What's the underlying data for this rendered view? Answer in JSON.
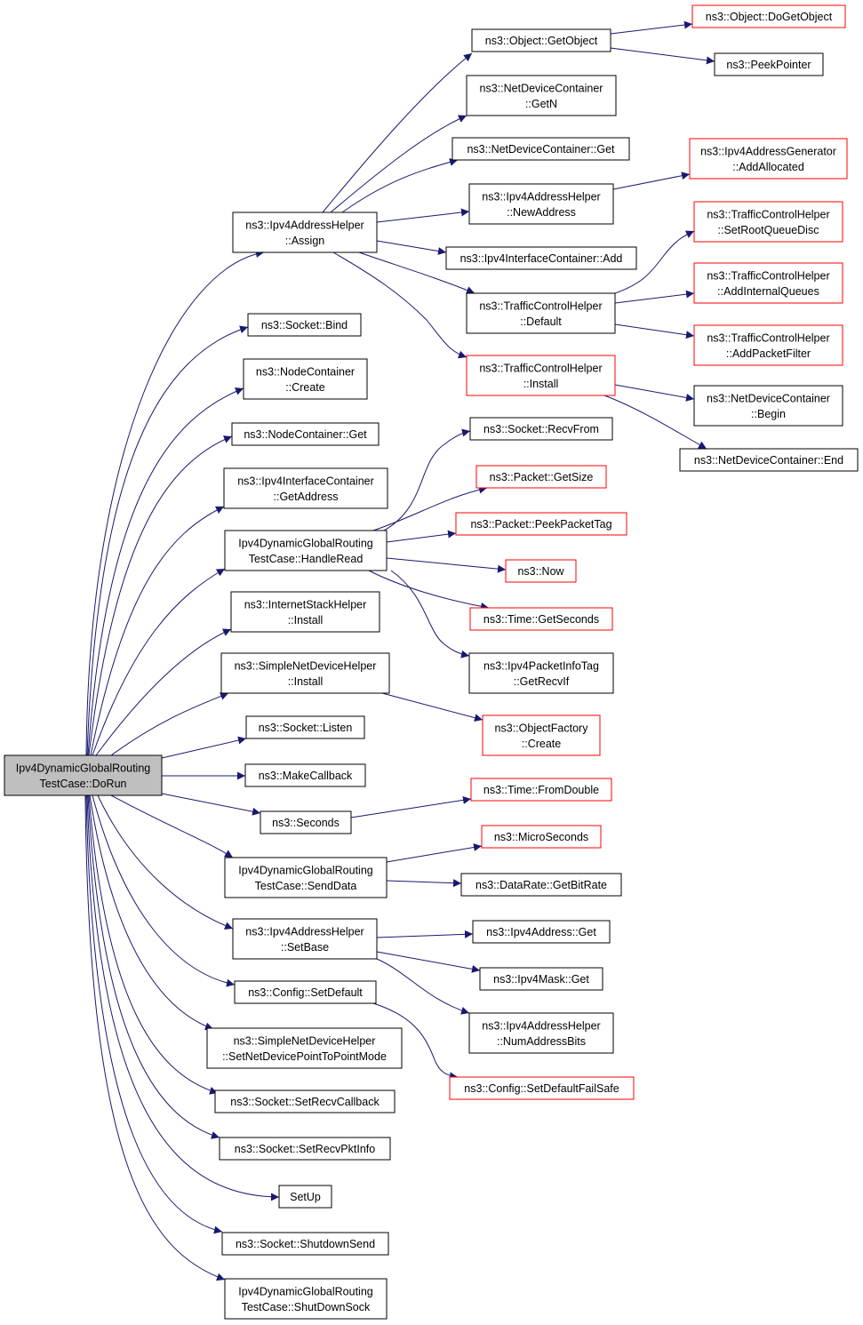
{
  "graph": {
    "colors": {
      "edge": "#191970",
      "root_fill": "#bfbfbf",
      "node_border": "#000000",
      "partial_border": "#ff0000",
      "node_fill": "#ffffff"
    },
    "nodes": [
      {
        "id": "root",
        "lines": [
          "Ipv4DynamicGlobalRouting",
          "TestCase::DoRun"
        ],
        "style": "root"
      },
      {
        "id": "assign",
        "lines": [
          "ns3::Ipv4AddressHelper",
          "::Assign"
        ],
        "style": "normal"
      },
      {
        "id": "bind",
        "lines": [
          "ns3::Socket::Bind"
        ],
        "style": "normal"
      },
      {
        "id": "nc_create",
        "lines": [
          "ns3::NodeContainer",
          "::Create"
        ],
        "style": "normal"
      },
      {
        "id": "nc_get",
        "lines": [
          "ns3::NodeContainer::Get"
        ],
        "style": "normal"
      },
      {
        "id": "ic_getaddr",
        "lines": [
          "ns3::Ipv4InterfaceContainer",
          "::GetAddress"
        ],
        "style": "normal"
      },
      {
        "id": "handleread",
        "lines": [
          "Ipv4DynamicGlobalRouting",
          "TestCase::HandleRead"
        ],
        "style": "normal"
      },
      {
        "id": "ish_install",
        "lines": [
          "ns3::InternetStackHelper",
          "::Install"
        ],
        "style": "normal"
      },
      {
        "id": "sndh_install",
        "lines": [
          "ns3::SimpleNetDeviceHelper",
          "::Install"
        ],
        "style": "normal"
      },
      {
        "id": "listen",
        "lines": [
          "ns3::Socket::Listen"
        ],
        "style": "normal"
      },
      {
        "id": "makecb",
        "lines": [
          "ns3::MakeCallback"
        ],
        "style": "normal"
      },
      {
        "id": "seconds",
        "lines": [
          "ns3::Seconds"
        ],
        "style": "normal"
      },
      {
        "id": "senddata",
        "lines": [
          "Ipv4DynamicGlobalRouting",
          "TestCase::SendData"
        ],
        "style": "normal"
      },
      {
        "id": "setbase",
        "lines": [
          "ns3::Ipv4AddressHelper",
          "::SetBase"
        ],
        "style": "normal"
      },
      {
        "id": "setdefault",
        "lines": [
          "ns3::Config::SetDefault"
        ],
        "style": "normal"
      },
      {
        "id": "setp2p",
        "lines": [
          "ns3::SimpleNetDeviceHelper",
          "::SetNetDevicePointToPointMode"
        ],
        "style": "normal"
      },
      {
        "id": "setrecvcb",
        "lines": [
          "ns3::Socket::SetRecvCallback"
        ],
        "style": "normal"
      },
      {
        "id": "setrecvpkt",
        "lines": [
          "ns3::Socket::SetRecvPktInfo"
        ],
        "style": "normal"
      },
      {
        "id": "setup",
        "lines": [
          "SetUp"
        ],
        "style": "normal"
      },
      {
        "id": "shutdownsend",
        "lines": [
          "ns3::Socket::ShutdownSend"
        ],
        "style": "normal"
      },
      {
        "id": "shutdownsock",
        "lines": [
          "Ipv4DynamicGlobalRouting",
          "TestCase::ShutDownSock"
        ],
        "style": "normal"
      },
      {
        "id": "getobject",
        "lines": [
          "ns3::Object::GetObject"
        ],
        "style": "normal"
      },
      {
        "id": "ndc_getn",
        "lines": [
          "ns3::NetDeviceContainer",
          "::GetN"
        ],
        "style": "normal"
      },
      {
        "id": "ndc_get",
        "lines": [
          "ns3::NetDeviceContainer::Get"
        ],
        "style": "normal"
      },
      {
        "id": "newaddress",
        "lines": [
          "ns3::Ipv4AddressHelper",
          "::NewAddress"
        ],
        "style": "normal"
      },
      {
        "id": "ic_add",
        "lines": [
          "ns3::Ipv4InterfaceContainer::Add"
        ],
        "style": "normal"
      },
      {
        "id": "tch_default",
        "lines": [
          "ns3::TrafficControlHelper",
          "::Default"
        ],
        "style": "normal"
      },
      {
        "id": "tch_install",
        "lines": [
          "ns3::TrafficControlHelper",
          "::Install"
        ],
        "style": "partial"
      },
      {
        "id": "dogetobject",
        "lines": [
          "ns3::Object::DoGetObject"
        ],
        "style": "partial"
      },
      {
        "id": "peekpointer",
        "lines": [
          "ns3::PeekPointer"
        ],
        "style": "normal"
      },
      {
        "id": "addrgen",
        "lines": [
          "ns3::Ipv4AddressGenerator",
          "::AddAllocated"
        ],
        "style": "partial"
      },
      {
        "id": "setrootqd",
        "lines": [
          "ns3::TrafficControlHelper",
          "::SetRootQueueDisc"
        ],
        "style": "partial"
      },
      {
        "id": "addintq",
        "lines": [
          "ns3::TrafficControlHelper",
          "::AddInternalQueues"
        ],
        "style": "partial"
      },
      {
        "id": "addpf",
        "lines": [
          "ns3::TrafficControlHelper",
          "::AddPacketFilter"
        ],
        "style": "partial"
      },
      {
        "id": "ndc_begin",
        "lines": [
          "ns3::NetDeviceContainer",
          "::Begin"
        ],
        "style": "normal"
      },
      {
        "id": "ndc_end",
        "lines": [
          "ns3::NetDeviceContainer::End"
        ],
        "style": "normal"
      },
      {
        "id": "recvfrom",
        "lines": [
          "ns3::Socket::RecvFrom"
        ],
        "style": "normal"
      },
      {
        "id": "getsize",
        "lines": [
          "ns3::Packet::GetSize"
        ],
        "style": "partial"
      },
      {
        "id": "peektag",
        "lines": [
          "ns3::Packet::PeekPacketTag"
        ],
        "style": "partial"
      },
      {
        "id": "now",
        "lines": [
          "ns3::Now"
        ],
        "style": "partial"
      },
      {
        "id": "getseconds",
        "lines": [
          "ns3::Time::GetSeconds"
        ],
        "style": "partial"
      },
      {
        "id": "getrecvif",
        "lines": [
          "ns3::Ipv4PacketInfoTag",
          "::GetRecvIf"
        ],
        "style": "normal"
      },
      {
        "id": "objfactory",
        "lines": [
          "ns3::ObjectFactory",
          "::Create"
        ],
        "style": "partial"
      },
      {
        "id": "fromdouble",
        "lines": [
          "ns3::Time::FromDouble"
        ],
        "style": "partial"
      },
      {
        "id": "microseconds",
        "lines": [
          "ns3::MicroSeconds"
        ],
        "style": "partial"
      },
      {
        "id": "getbitrate",
        "lines": [
          "ns3::DataRate::GetBitRate"
        ],
        "style": "normal"
      },
      {
        "id": "ipv4addr_get",
        "lines": [
          "ns3::Ipv4Address::Get"
        ],
        "style": "normal"
      },
      {
        "id": "ipv4mask_get",
        "lines": [
          "ns3::Ipv4Mask::Get"
        ],
        "style": "normal"
      },
      {
        "id": "numaddrbits",
        "lines": [
          "ns3::Ipv4AddressHelper",
          "::NumAddressBits"
        ],
        "style": "normal"
      },
      {
        "id": "setdefaultfs",
        "lines": [
          "ns3::Config::SetDefaultFailSafe"
        ],
        "style": "partial"
      }
    ]
  }
}
